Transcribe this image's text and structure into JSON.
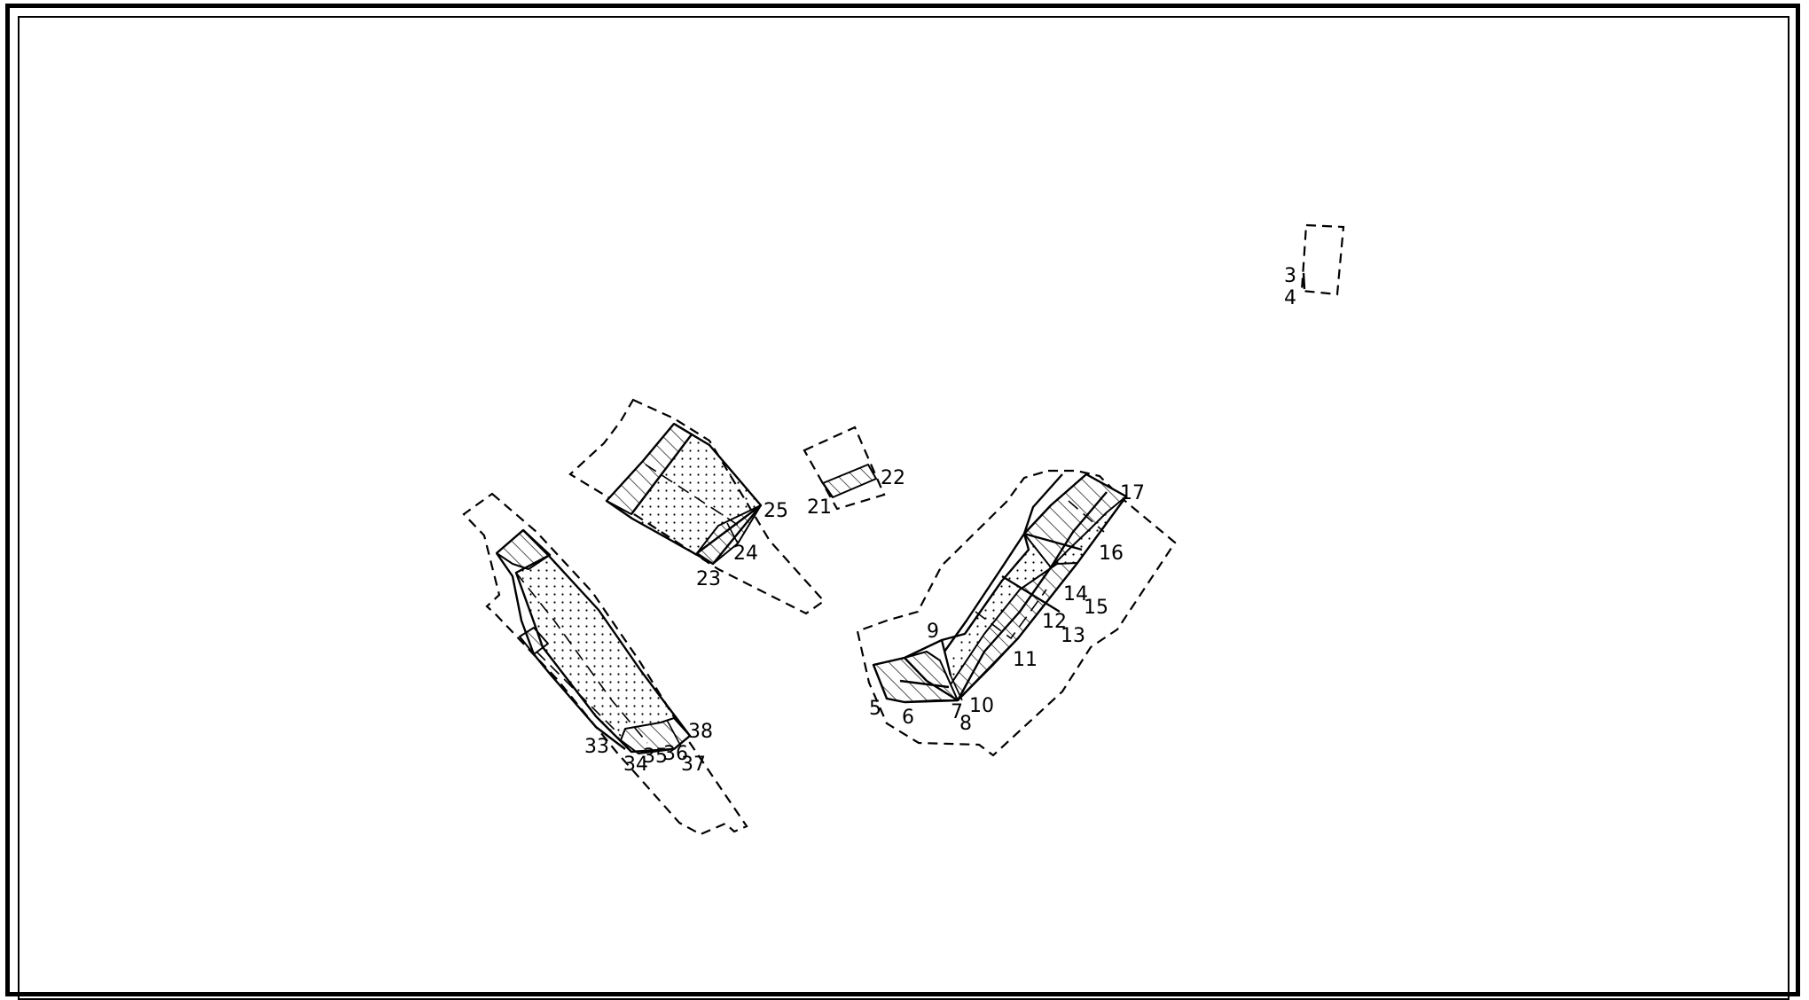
{
  "labels": {
    "p3": "3",
    "p4": "4",
    "p5": "5",
    "p6": "6",
    "p7": "7",
    "p8": "8",
    "p9": "9",
    "p10": "10",
    "p11": "11",
    "p12": "12",
    "p13": "13",
    "p14": "14",
    "p15": "15",
    "p16": "16",
    "p17": "17",
    "p21": "21",
    "p22": "22",
    "p23": "23",
    "p24": "24",
    "p25": "25",
    "p33": "33",
    "p34": "34",
    "p35": "35",
    "p36": "36",
    "p37": "37",
    "p38": "38"
  }
}
